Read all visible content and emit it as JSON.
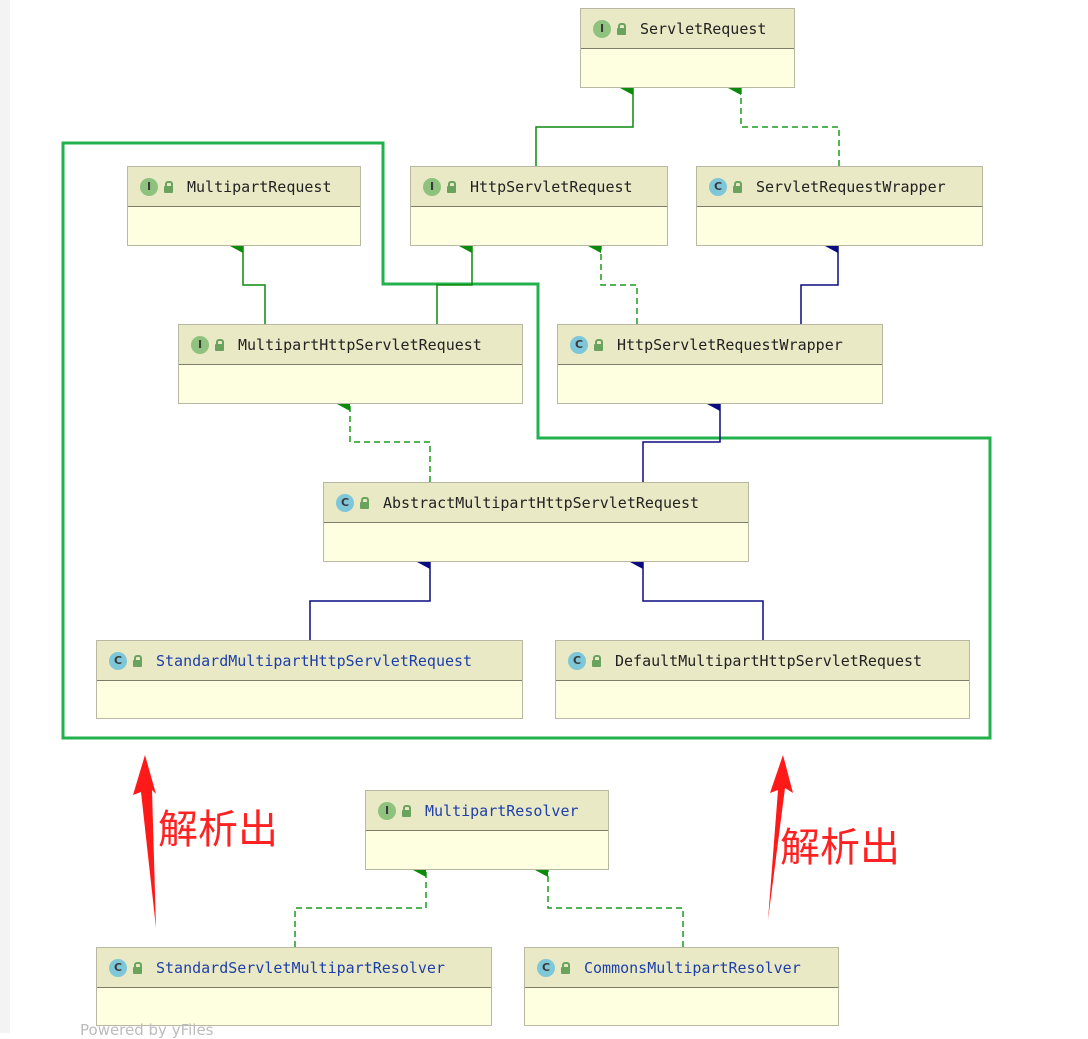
{
  "nodes": {
    "servlet_request": {
      "name": "ServletRequest",
      "kind": "I"
    },
    "multipart_request": {
      "name": "MultipartRequest",
      "kind": "I"
    },
    "http_servlet_request": {
      "name": "HttpServletRequest",
      "kind": "I"
    },
    "servlet_request_wrapper": {
      "name": "ServletRequestWrapper",
      "kind": "C"
    },
    "multipart_http_servlet_request": {
      "name": "MultipartHttpServletRequest",
      "kind": "I"
    },
    "http_servlet_request_wrapper": {
      "name": "HttpServletRequestWrapper",
      "kind": "C"
    },
    "abstract_multipart_http_servlet_request": {
      "name": "AbstractMultipartHttpServletRequest",
      "kind": "C"
    },
    "standard_multipart_http_servlet_request": {
      "name": "StandardMultipartHttpServletRequest",
      "kind": "C"
    },
    "default_multipart_http_servlet_request": {
      "name": "DefaultMultipartHttpServletRequest",
      "kind": "C"
    },
    "multipart_resolver": {
      "name": "MultipartResolver",
      "kind": "I"
    },
    "standard_servlet_multipart_resolver": {
      "name": "StandardServletMultipartResolver",
      "kind": "C"
    },
    "commons_multipart_resolver": {
      "name": "CommonsMultipartResolver",
      "kind": "C"
    }
  },
  "annotations": {
    "left_label": "解析出",
    "right_label": "解析出"
  },
  "footer": {
    "text": "Powered by yFiles"
  },
  "colors": {
    "extends_edge": "#0b8a0b",
    "implements_edge": "#1b9a1b",
    "class_extends_edge": "#0b0b80",
    "highlight_box": "#22b14c",
    "annotation": "#ff2222"
  }
}
